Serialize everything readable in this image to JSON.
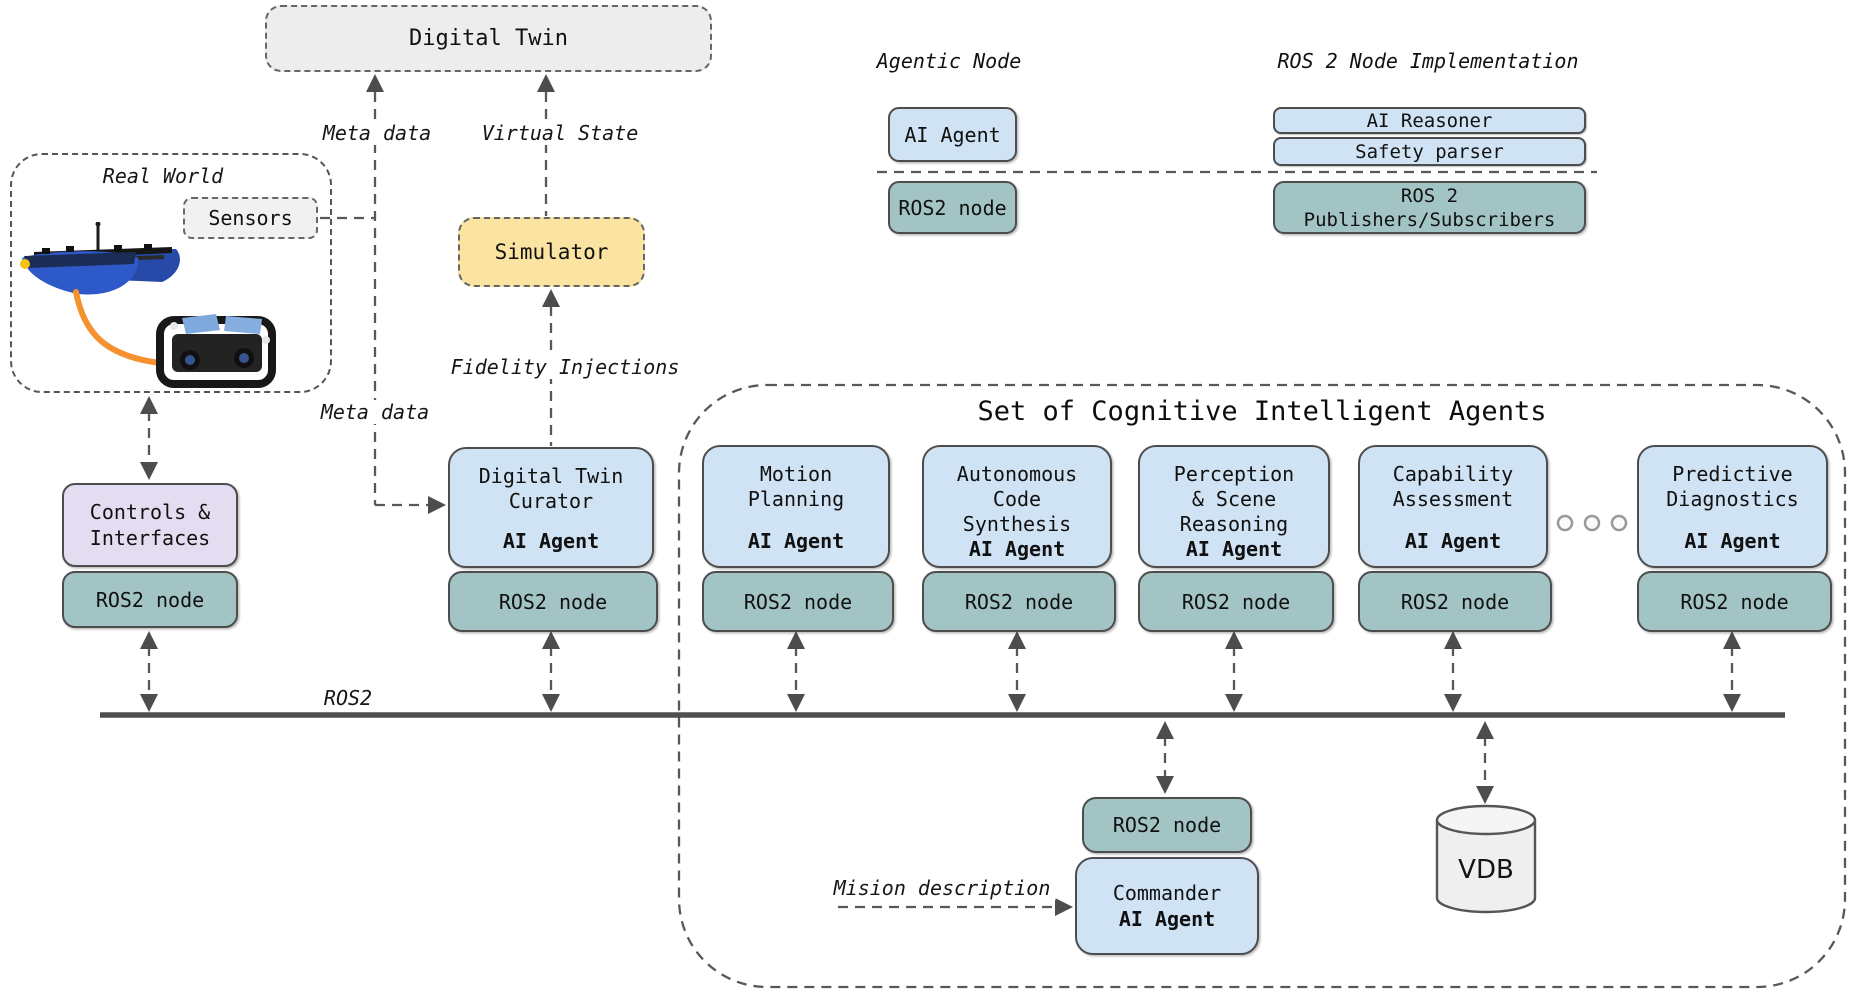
{
  "top": {
    "digital_twin": "Digital Twin",
    "meta_data_label": "Meta data",
    "virtual_state_label": "Virtual State",
    "simulator": "Simulator",
    "fidelity_label": "Fidelity Injections",
    "meta_data_label_2": "Meta data"
  },
  "legend": {
    "agentic_node_title": "Agentic Node",
    "ai_agent": "AI Agent",
    "ros2_node": "ROS2 node",
    "ros2_impl_title": "ROS 2 Node Implementation",
    "ai_reasoner": "AI Reasoner",
    "safety_parser": "Safety parser",
    "publishers": "ROS 2\nPublishers/Subscribers"
  },
  "real_world": {
    "title": "Real World",
    "sensors": "Sensors"
  },
  "left_stack": {
    "controls": "Controls &\nInterfaces",
    "node": "ROS2 node"
  },
  "curator": {
    "name": "Digital Twin\nCurator",
    "type": "AI Agent",
    "node": "ROS2 node"
  },
  "bus_label": "ROS2",
  "agents_container_title": "Set of Cognitive Intelligent Agents",
  "agents": [
    {
      "name": "Motion\nPlanning",
      "type": "AI Agent",
      "node": "ROS2 node"
    },
    {
      "name": "Autonomous\nCode\nSynthesis",
      "type": "AI Agent",
      "node": "ROS2 node"
    },
    {
      "name": "Perception\n& Scene\nReasoning",
      "type": "AI Agent",
      "node": "ROS2 node"
    },
    {
      "name": "Capability\nAssessment",
      "type": "AI Agent",
      "node": "ROS2 node"
    },
    {
      "name": "Predictive\nDiagnostics",
      "type": "AI Agent",
      "node": "ROS2 node"
    }
  ],
  "commander": {
    "node": "ROS2 node",
    "name": "Commander",
    "type": "AI Agent",
    "mission_label": "Mision description"
  },
  "vdb_label": "VDB",
  "colors": {
    "agent_fill": "#cfe3f4",
    "node_fill": "#a3c4c4",
    "controls_fill": "#e4dcf0",
    "simulator_fill": "#fbe3a2",
    "neutral_fill": "#ededed",
    "line": "#555555",
    "bus": "#4f4f4f",
    "boat_blue": "#2e59c9",
    "tether_orange": "#f5922f"
  }
}
